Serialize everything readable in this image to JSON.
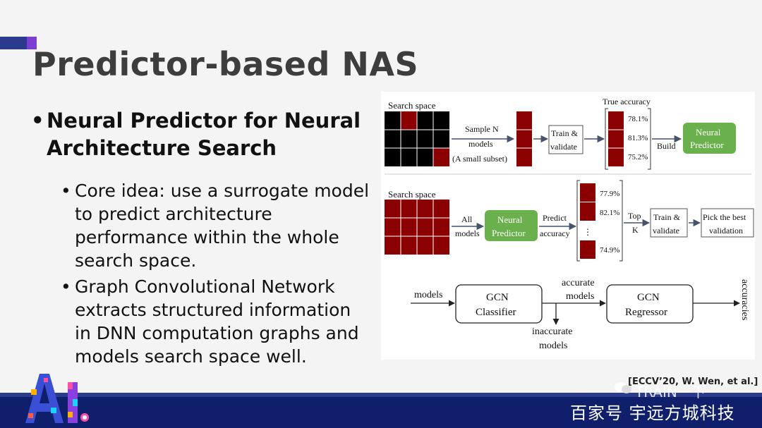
{
  "slide": {
    "title": "Predictor-based NAS",
    "bullet_main": "Neural Predictor for Neural Architecture Search",
    "sub_bullets": [
      "Core idea: use a surrogate model to predict architecture performance within the whole search space.",
      "Graph Convolutional Network extracts structured information in DNN computation graphs and models search space well."
    ],
    "citation": "[ECCV’20, W. Wen, et al.]"
  },
  "figure": {
    "top": {
      "search_space_label": "Search space",
      "sample_label": "Sample N",
      "models_label": "models",
      "subset_label": "(A small subset)",
      "train_label_1": "Train &",
      "train_label_2": "validate",
      "true_accuracy_label": "True accuracy",
      "accuracies": [
        "78.1%",
        "81.3%",
        "75.2%"
      ],
      "build_label": "Build",
      "predictor_1": "Neural",
      "predictor_2": "Predictor"
    },
    "middle": {
      "search_space_label": "Search space",
      "all_label": "All",
      "models_label": "models",
      "predictor_1": "Neural",
      "predictor_2": "Predictor",
      "predict_1": "Predict",
      "predict_2": "accuracy",
      "accuracies": [
        "77.9%",
        "82.1%",
        "74.9%"
      ],
      "dots": "⋮",
      "top_label": "Top",
      "k_label": "K",
      "train_1": "Train &",
      "train_2": "validate",
      "pick_1": "Pick the best",
      "pick_2": "validation"
    },
    "bottom": {
      "models_label": "models",
      "gcn_classifier_1": "GCN",
      "gcn_classifier_2": "Classifier",
      "accurate_1": "accurate",
      "accurate_2": "models",
      "inaccurate_1": "inaccurate",
      "inaccurate_2": "models",
      "gcn_regressor_1": "GCN",
      "gcn_regressor_2": "Regressor",
      "accuracies_label": "accuracies"
    }
  },
  "watermark": {
    "wechat_name": "TRAIN一下",
    "site_name": "百家号 宇远方城科技"
  },
  "colors": {
    "dark_red": "#8b0000",
    "green": "#6ab04c",
    "footer": "#0f1f6b",
    "arrow": "#44546a"
  }
}
